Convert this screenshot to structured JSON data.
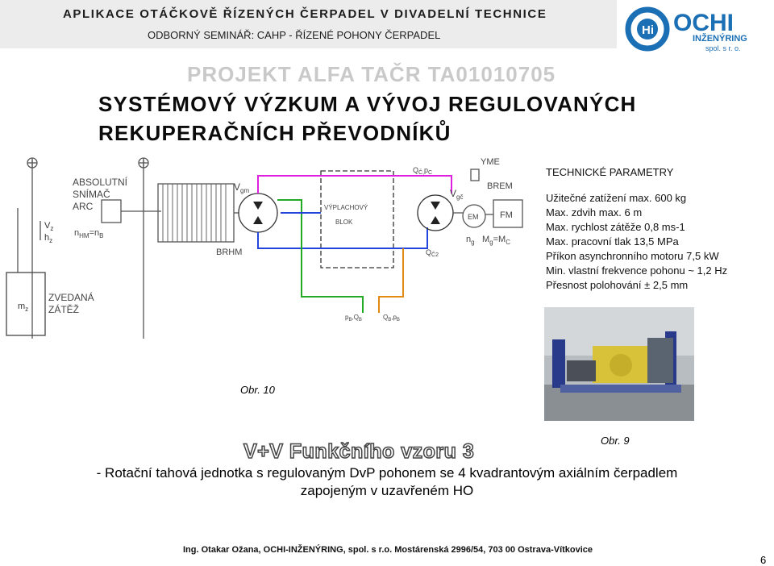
{
  "header": {
    "line1": "APLIKACE OTÁČKOVĚ ŘÍZENÝCH ČERPADEL V DIVADELNÍ TECHNICE",
    "line2": "ODBORNÝ SEMINÁŘ: CAHP - ŘÍZENÉ POHONY ČERPADEL"
  },
  "logo": {
    "name": "OCHI",
    "sub1": "INŽENÝRING",
    "sub2": "spol. s r. o.",
    "color": "#1b6fb4"
  },
  "project_banner": "PROJEKT ALFA TAČR TA01010705",
  "title": {
    "line1": "SYSTÉMOVÝ VÝZKUM A VÝVOJ REGULOVANÝCH",
    "line2": "REKUPERAČNÍCH PŘEVODNÍKŮ"
  },
  "diagram": {
    "labels": {
      "abs1": "ABSOLUTNÍ",
      "abs2": "SNÍMAČ",
      "abs3": "ARC",
      "vz": "V",
      "vz_sub": "z",
      "hz": "h",
      "hz_sub": "z",
      "mz": "m",
      "mz_sub": "z",
      "zved1": "ZVEDANÁ",
      "zved2": "ZÁTĚŽ",
      "vgm": "V",
      "vgm_sub": "gm",
      "nhm": "n",
      "nhm_sub": "HM",
      "nhm_eq": "=n",
      "nhm_sub2": "B",
      "brhm": "BRHM",
      "blok1": "VÝPLACHOVÝ",
      "blok2": "BLOK",
      "qcpc": "Q",
      "qcpc_sub": "Č,",
      "qcpc2": "p",
      "qcpc_sub2": "C",
      "vgc": "V",
      "vgc_sub": "gč",
      "yme": "YME",
      "brem": "BREM",
      "em": "EM",
      "fm": "FM",
      "ng": "n",
      "ng_sub": "g",
      "mg": "M",
      "mg_sub": "g",
      "mc": "=M",
      "mc_sub": "C",
      "qc2": "Q",
      "qc2_sub": "Č2",
      "pbqb": "p",
      "pbqb_sub": "B",
      "pbqb2": ",Q",
      "pbqb_sub2": "B",
      "qbpb": "Q",
      "qbpb_sub": "B",
      "qbpb2": ",p",
      "qbpb_sub2": "B"
    },
    "colors": {
      "magenta": "#e020e0",
      "blue": "#2244dd",
      "green": "#22aa22",
      "orange": "#e08a10"
    }
  },
  "params": {
    "heading": "TECHNICKÉ PARAMETRY",
    "items": [
      "Užitečné zatížení max. 600 kg",
      "Max. zdvih max. 6 m",
      "Max. rychlost zátěže 0,8 ms-1",
      "Max. pracovní tlak 13,5 MPa",
      "Příkon asynchronního motoru 7,5 kW",
      "Min. vlastní frekvence pohonu ~ 1,2 Hz",
      "Přesnost polohování ± 2,5 mm"
    ]
  },
  "captions": {
    "obr10": "Obr. 10",
    "obr9": "Obr. 9"
  },
  "highlight": "V+V Funkčního vzoru 3",
  "description": {
    "line1": "- Rotační tahová jednotka s regulovaným DvP pohonem se 4 kvadrantovým axiálním čerpadlem",
    "line2": "zapojeným v uzavřeném HO"
  },
  "footer": "Ing. Otakar Ožana, OCHI-INŽENÝRING, spol. s r.o. Mostárenská 2996/54, 703 00 Ostrava-Vítkovice",
  "page_number": "6"
}
